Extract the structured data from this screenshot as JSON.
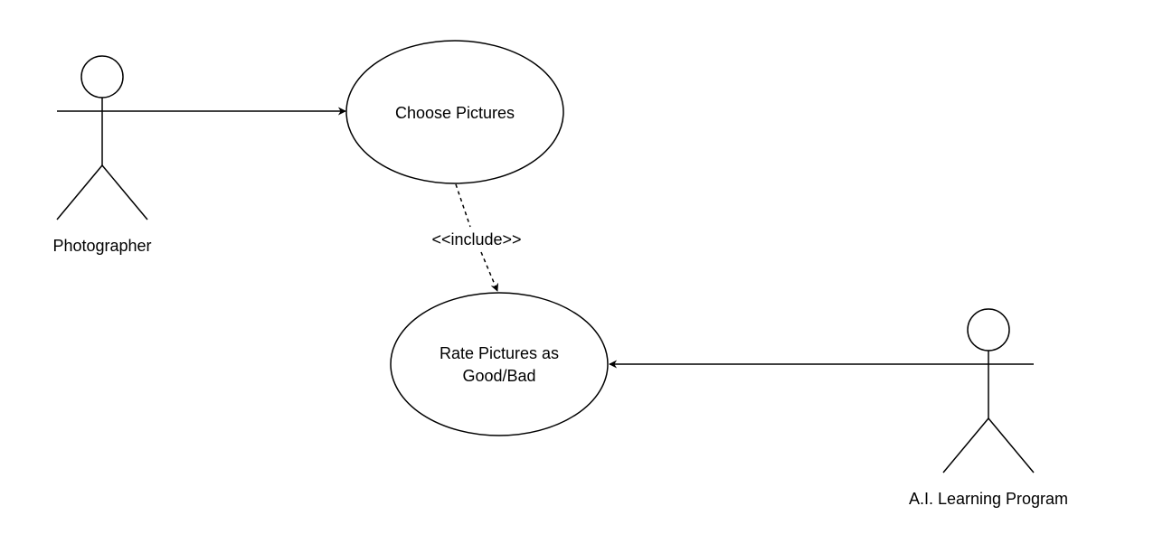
{
  "diagram": {
    "actors": {
      "photographer": {
        "label": "Photographer"
      },
      "ai_program": {
        "label": "A.I. Learning Program"
      }
    },
    "use_cases": {
      "choose_pictures": {
        "lines": [
          "Choose Pictures"
        ]
      },
      "rate_pictures": {
        "lines": [
          "Rate Pictures as",
          "Good/Bad"
        ]
      }
    },
    "relations": {
      "include_label": "<<include>>"
    }
  }
}
